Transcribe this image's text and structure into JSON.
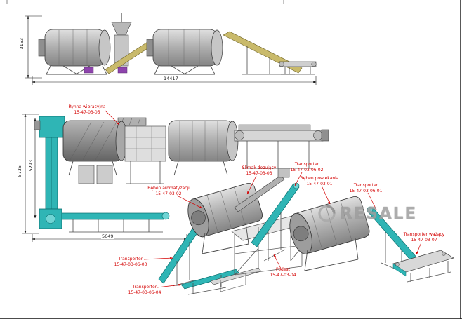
{
  "watermark": {
    "text": "RESALE"
  },
  "dimensions": {
    "side_height": "3153",
    "side_width": "14417",
    "front_height_outer": "5735",
    "front_height_inner": "5293",
    "front_width": "5649"
  },
  "callouts": [
    {
      "name": "Rynna wibracyjna",
      "code": "15-47-03-05"
    },
    {
      "name": "Bęben aromatyzacji",
      "code": "15-47-03-02"
    },
    {
      "name": "Ślimak dozujący",
      "code": "15-47-03-03"
    },
    {
      "name": "Transporter",
      "code": "15-47-03-06-02"
    },
    {
      "name": "Bęben powlekania",
      "code": "15-47-03-01"
    },
    {
      "name": "Transporter",
      "code": "15-47-03-06-01"
    },
    {
      "name": "Transporter ważący",
      "code": "15-47-03-07"
    },
    {
      "name": "Transporter",
      "code": "15-47-03-06-03"
    },
    {
      "name": "Transporter",
      "code": "15-47-03-06-04"
    },
    {
      "name": "Podest",
      "code": "15-47-03-04"
    }
  ],
  "colors": {
    "callout_red": "#d40000",
    "conveyor_teal": "#2fb5b5",
    "machine_gray": "#a8a8a8",
    "belt_olive": "#c9ba6b",
    "accent_purple": "#8e44ad",
    "watermark_gray": "#9e9e9e"
  }
}
